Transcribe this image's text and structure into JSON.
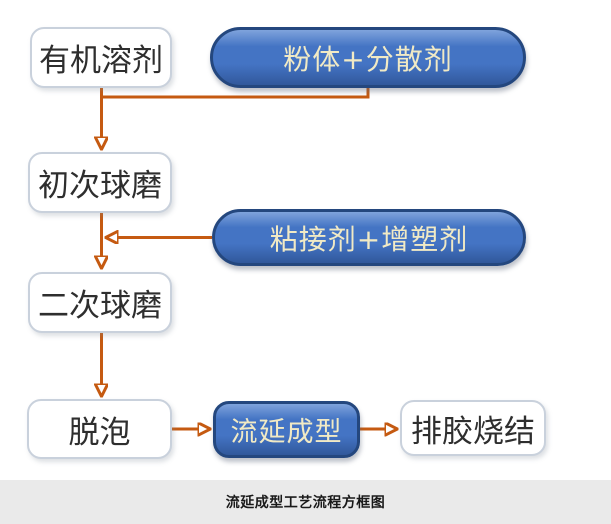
{
  "diagram": {
    "caption": "流延成型工艺流程方框图",
    "nodes": {
      "organic_solvent": "有机溶剂",
      "powder_dispersant": "粉体+分散剂",
      "first_ball_milling": "初次球磨",
      "binder_plasticizer": "粘接剂+增塑剂",
      "second_ball_milling": "二次球磨",
      "defoaming": "脱泡",
      "tape_casting": "流延成型",
      "debinding_sintering": "排胶烧结"
    },
    "colors": {
      "arrow": "#C55A11",
      "pill_fill": "#4474C4",
      "pill_highlight": "#7FA3DC",
      "pill_shadow": "#31589B",
      "pill_border": "#24477E",
      "pill_text": "#F1EAC5",
      "box_bg": "#FFFFFF",
      "box_border": "#C9D1DC",
      "box_text": "#2E2E2E",
      "caption_bg": "#EAEAEA",
      "caption_text": "#1A1A1A",
      "page_bg": "#FFFFFF"
    }
  }
}
